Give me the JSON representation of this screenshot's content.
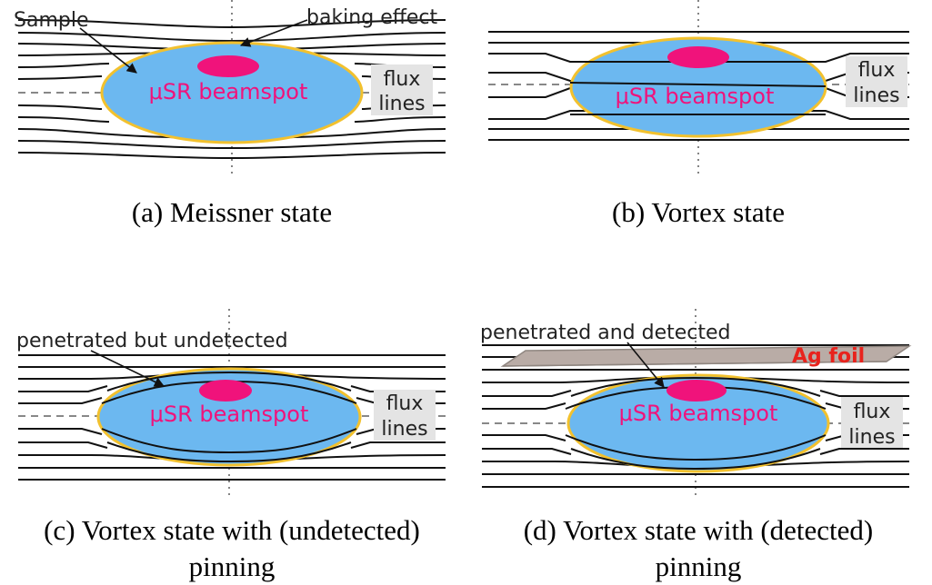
{
  "colors": {
    "sample_fill": "#6cb8f0",
    "sample_edge": "#f2c12e",
    "beamspot": "#f0137b",
    "flux_box": "#e4e4e4",
    "foil_fill": "#b9aca6",
    "foil_edge": "#8f8680",
    "foil_text": "#e8231d"
  },
  "panels": {
    "a": {
      "caption": "(a) Meissner state",
      "sample_label": "Sample",
      "baking_label": "baking effect",
      "beamspot_label": "μSR beamspot",
      "flux_label_1": "flux",
      "flux_label_2": "lines"
    },
    "b": {
      "caption": "(b) Vortex state",
      "beamspot_label": "μSR beamspot",
      "flux_label_1": "flux",
      "flux_label_2": "lines"
    },
    "c": {
      "caption_1": "(c) Vortex state with (undetected)",
      "caption_2": "pinning",
      "note_label": "penetrated but undetected",
      "beamspot_label": "μSR beamspot",
      "flux_label_1": "flux",
      "flux_label_2": "lines"
    },
    "d": {
      "caption_1": "(d) Vortex state with (detected)",
      "caption_2": "pinning",
      "note_label": "penetrated and detected",
      "foil_label": "Ag foil",
      "beamspot_label": "μSR beamspot",
      "flux_label_1": "flux",
      "flux_label_2": "lines"
    }
  }
}
